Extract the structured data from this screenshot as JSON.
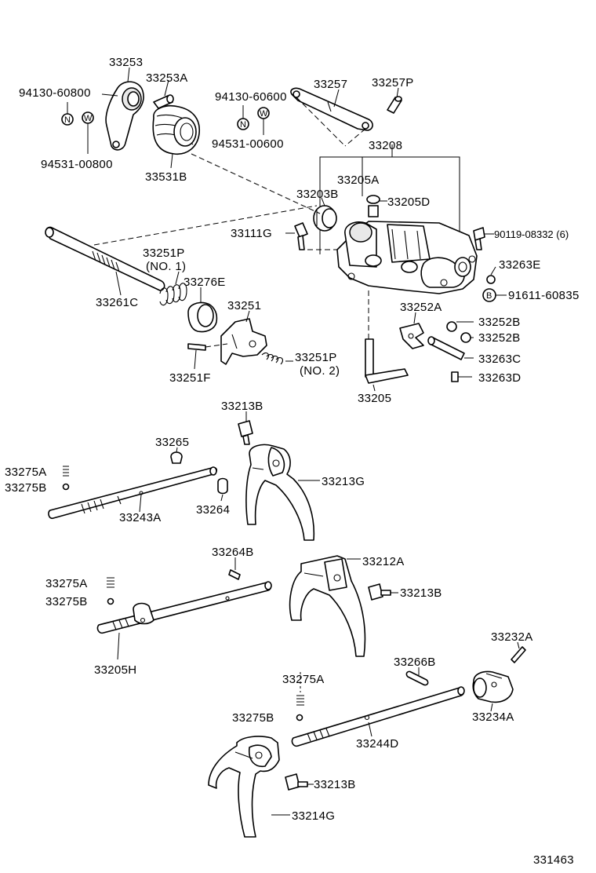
{
  "diagram_code": "331463",
  "labels": {
    "p33253": "33253",
    "p33253A": "33253A",
    "p94130_60800": "94130-60800",
    "p94531_00800": "94531-00800",
    "p33531B": "33531B",
    "p33257": "33257",
    "p33257P": "33257P",
    "p94130_60600": "94130-60600",
    "p94531_00600": "94531-00600",
    "p33208": "33208",
    "p33205A": "33205A",
    "p33205D": "33205D",
    "p33203B": "33203B",
    "p33111G": "33111G",
    "p90119_08332": "90119-08332 (6)",
    "p33263E": "33263E",
    "p91611_60835": "91611-60835",
    "p33251P_1": "33251P",
    "p33251P_1_note": "(NO. 1)",
    "p33276E": "33276E",
    "p33261C": "33261C",
    "p33251": "33251",
    "p33251F": "33251F",
    "p33251P_2": "33251P",
    "p33251P_2_note": "(NO. 2)",
    "p33252A": "33252A",
    "p33252B_a": "33252B",
    "p33252B_b": "33252B",
    "p33263C": "33263C",
    "p33263D": "33263D",
    "p33205": "33205",
    "p33213B_a": "33213B",
    "p33265": "33265",
    "p33213G": "33213G",
    "p33275A_a": "33275A",
    "p33275B_a": "33275B",
    "p33264": "33264",
    "p33243A": "33243A",
    "p33264B": "33264B",
    "p33212A": "33212A",
    "p33213B_b": "33213B",
    "p33275A_b": "33275A",
    "p33275B_b": "33275B",
    "p33205H": "33205H",
    "p33232A": "33232A",
    "p33266B": "33266B",
    "p33275A_c": "33275A",
    "p33275B_c": "33275B",
    "p33234A": "33234A",
    "p33244D": "33244D",
    "p33213B_c": "33213B",
    "p33214G": "33214G"
  },
  "badges": {
    "n": "N",
    "w": "W",
    "b": "B"
  }
}
